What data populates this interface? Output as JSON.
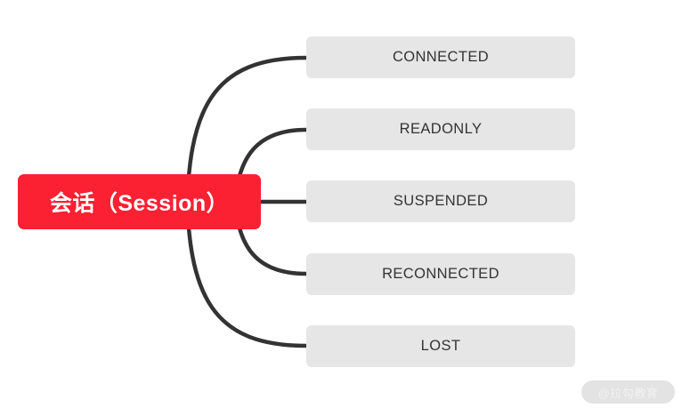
{
  "diagram": {
    "type": "mind-map",
    "background_color": "#ffffff",
    "root": {
      "label": "会话（Session）",
      "fill_color": "#fb2133",
      "text_color": "#ffffff"
    },
    "branch_color": "#333333",
    "leaf_fill_color": "#e6e6e6",
    "leaf_text_color": "#333333",
    "leaves": [
      {
        "label": "CONNECTED"
      },
      {
        "label": "READONLY"
      },
      {
        "label": "SUSPENDED"
      },
      {
        "label": "RECONNECTED"
      },
      {
        "label": "LOST"
      }
    ]
  },
  "watermark": {
    "text": "@拉勾教育"
  }
}
